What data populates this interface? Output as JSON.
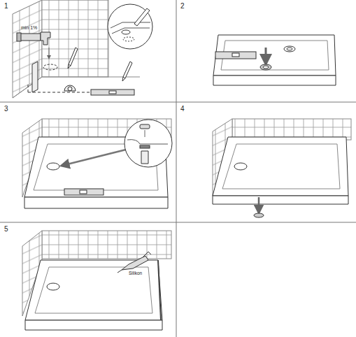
{
  "diagram": {
    "labels": [
      "1",
      "min 1%",
      "2",
      "3",
      "4",
      "5",
      "Silikon"
    ]
  }
}
